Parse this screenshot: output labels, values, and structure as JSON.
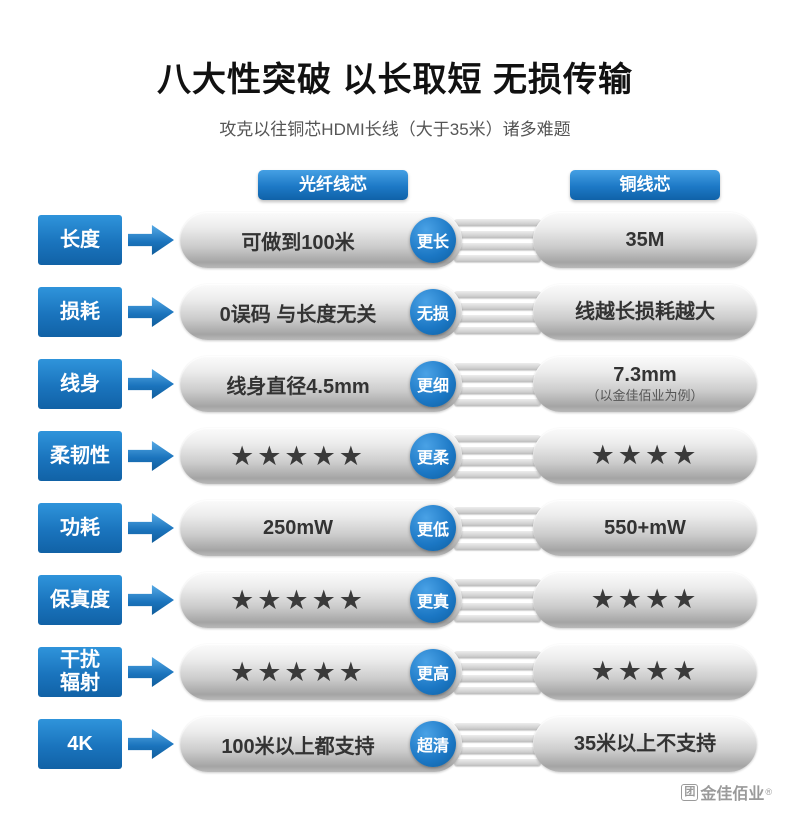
{
  "header": {
    "title": "八大性突破 以长取短 无损传输",
    "subtitle": "攻克以往铜芯HDMI长线（大于35米）诸多难题"
  },
  "columns": {
    "fiber": "光纤线芯",
    "copper": "铜线芯"
  },
  "rows": [
    {
      "label": "长度",
      "left": "可做到100米",
      "badge": "更长",
      "right": "35M",
      "right_sub": ""
    },
    {
      "label": "损耗",
      "left": "0误码 与长度无关",
      "badge": "无损",
      "right": "线越长损耗越大",
      "right_sub": ""
    },
    {
      "label": "线身",
      "left": "线身直径4.5mm",
      "badge": "更细",
      "right": "7.3mm",
      "right_sub": "（以金佳佰业为例）"
    },
    {
      "label": "柔韧性",
      "left": "★★★★★",
      "badge": "更柔",
      "right": "★★★★",
      "right_sub": ""
    },
    {
      "label": "功耗",
      "left": "250mW",
      "badge": "更低",
      "right": "550+mW",
      "right_sub": ""
    },
    {
      "label": "保真度",
      "left": "★★★★★",
      "badge": "更真",
      "right": "★★★★",
      "right_sub": ""
    },
    {
      "label": "干扰\n辐射",
      "left": "★★★★★",
      "badge": "更高",
      "right": "★★★★",
      "right_sub": ""
    },
    {
      "label": "4K",
      "left": "100米以上都支持",
      "badge": "超清",
      "right": "35米以上不支持",
      "right_sub": ""
    }
  ],
  "footer": {
    "logo_glyph": "团",
    "brand": "金佳佰业",
    "registered": "®"
  },
  "colors": {
    "accent_blue": "#1b77c4",
    "bar_metal_gray": "#cccccc",
    "star_dark": "#3a3a3a"
  }
}
